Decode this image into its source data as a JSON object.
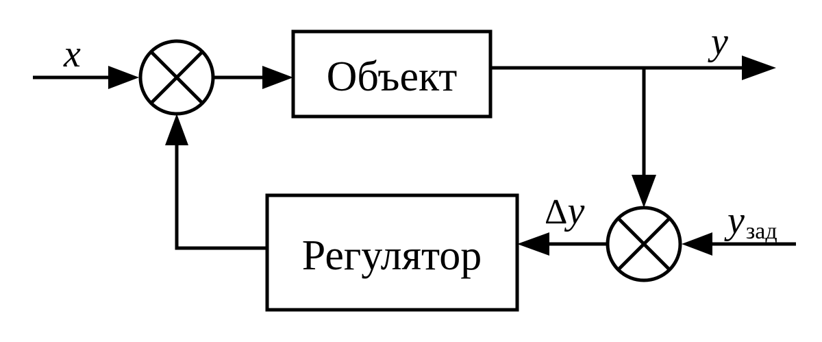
{
  "blocks": {
    "object_label": "Объект",
    "regulator_label": "Регулятор"
  },
  "signals": {
    "input_x": "x",
    "output_y": "y",
    "delta_symbol": "Δ",
    "delta_y": "y",
    "setpoint_y": "y",
    "setpoint_subscript": "зад"
  },
  "icons": {
    "summer_top": "summing-junction-icon",
    "summer_bottom": "summing-junction-icon"
  },
  "colors": {
    "stroke": "#000000",
    "background": "#ffffff"
  }
}
